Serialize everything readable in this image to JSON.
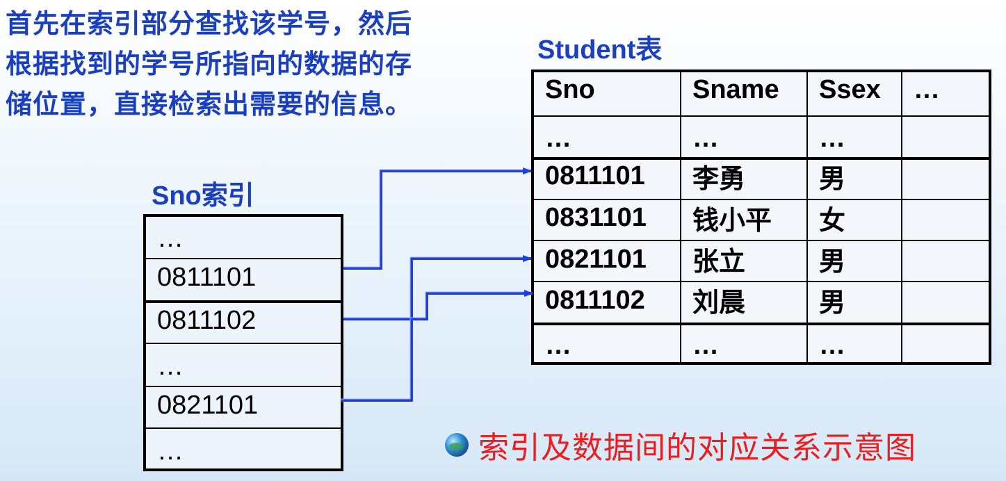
{
  "intro": "首先在索引部分查找该学号，然后\n根据找到的学号所指向的数据的存\n储位置，直接检索出需要的信息。",
  "table_title": "Student表",
  "index_title": "Sno索引",
  "index_entries": [
    "…",
    "0811101",
    "0811102",
    "…",
    "0821101",
    "…"
  ],
  "student_table": {
    "headers": [
      "Sno",
      "Sname",
      "Ssex",
      "…"
    ],
    "rows": [
      [
        "…",
        "…",
        "…",
        ""
      ],
      [
        "0811101",
        "李勇",
        "男",
        ""
      ],
      [
        "0831101",
        "钱小平",
        "女",
        ""
      ],
      [
        "0821101",
        "张立",
        "男",
        ""
      ],
      [
        "0811102",
        "刘晨",
        "男",
        ""
      ],
      [
        "…",
        "…",
        "…",
        ""
      ]
    ]
  },
  "caption": "索引及数据间的对应关系示意图",
  "colors": {
    "title_blue": "#1a3fbf",
    "arrow_blue": "#1f3fe0",
    "caption_red": "#ee1c1c"
  },
  "icons": {
    "caption_bullet": "globe-bullet-icon"
  }
}
